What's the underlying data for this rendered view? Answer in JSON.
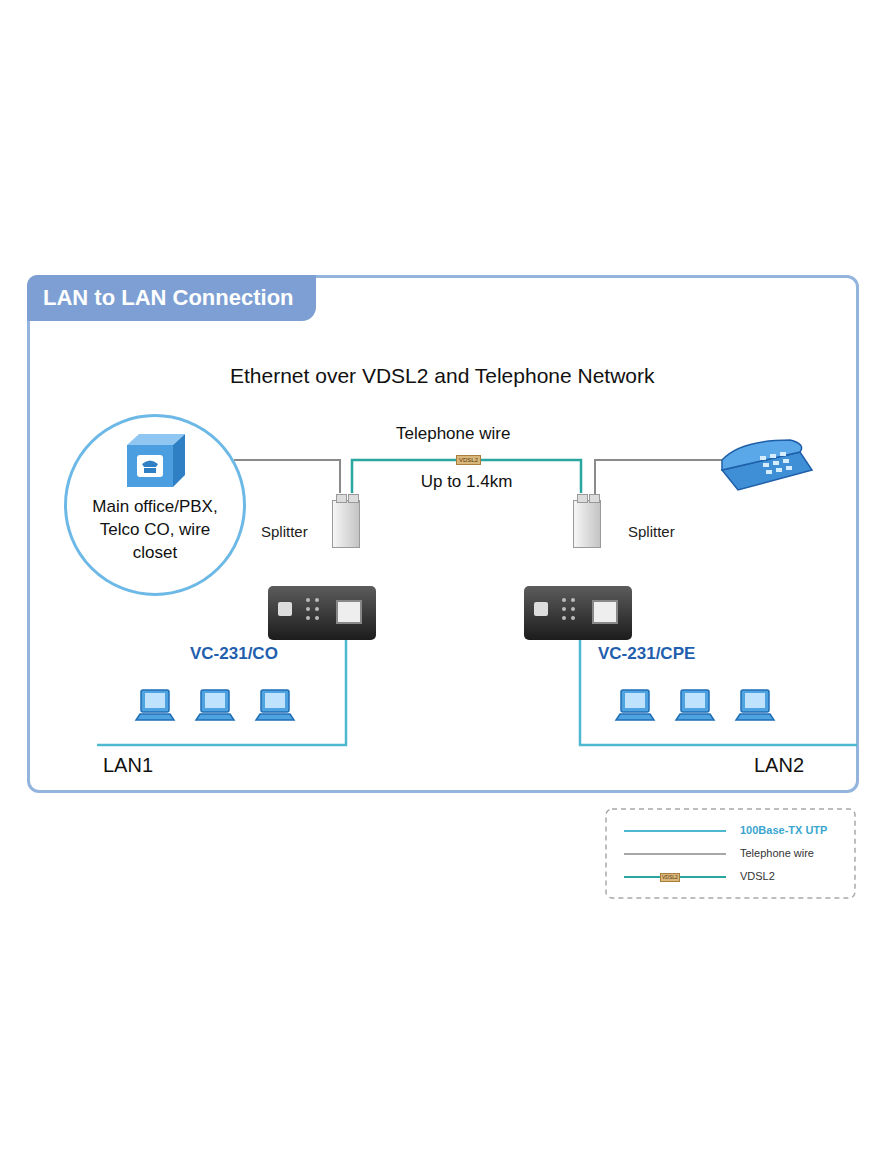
{
  "diagram": {
    "title": "LAN to LAN Connection",
    "nodes": [
      {
        "text": [
          "Main office/PBX, Telco CO, wire closet"
        ]
      },
      {
        "text": [
          "Splitter"
        ]
      },
      {
        "text": [
          "Splitter"
        ]
      },
      {
        "text": [
          "VC-231/CO"
        ]
      },
      {
        "text": [
          "VC-231/CPE"
        ]
      }
    ],
    "edges": [
      {
        "from": 0,
        "to": 1,
        "arrow": "none"
      },
      {
        "from": 1,
        "to": 2,
        "label": "Up to 1.4km",
        "arrow": "none"
      }
    ],
    "labels": [
      "Ethernet over VDSL2 and Telephone Network",
      "Telephone wire",
      "VDSL2",
      "LAN1",
      "LAN2",
      "VDSL2"
    ],
    "legend": [
      {
        "text": "100Base-TX UTP"
      },
      {
        "text": "Telephone wire"
      },
      {
        "text": "VDSL2"
      }
    ]
  }
}
